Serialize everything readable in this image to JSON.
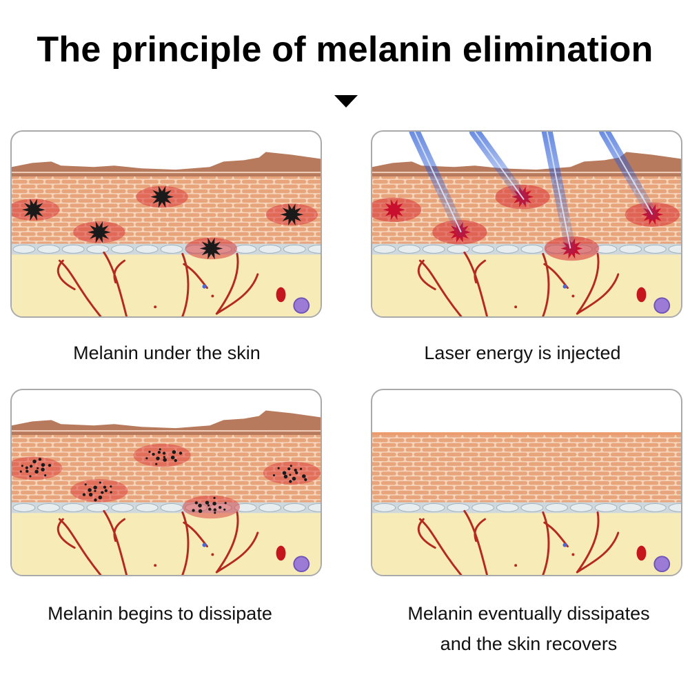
{
  "title": "The principle of melanin elimination",
  "icons": {
    "arrow": "down-triangle-icon"
  },
  "colors": {
    "skin_tile": "#e8a47a",
    "skin_grout": "#f6d6bd",
    "melanin": "#1a1a1a",
    "inflamed": "#d93a3a",
    "dermis": "#f7ebb8",
    "vessel": "#b52a1e",
    "laser": "#2f5fd6"
  },
  "panels": [
    {
      "caption": "Melanin under the skin",
      "stage": "melanin"
    },
    {
      "caption": "Laser energy is injected",
      "stage": "laser"
    },
    {
      "caption": "Melanin begins to dissipate",
      "stage": "dissipate"
    },
    {
      "caption": [
        "Melanin eventually dissipates",
        "and the skin recovers"
      ],
      "stage": "recovered"
    }
  ]
}
